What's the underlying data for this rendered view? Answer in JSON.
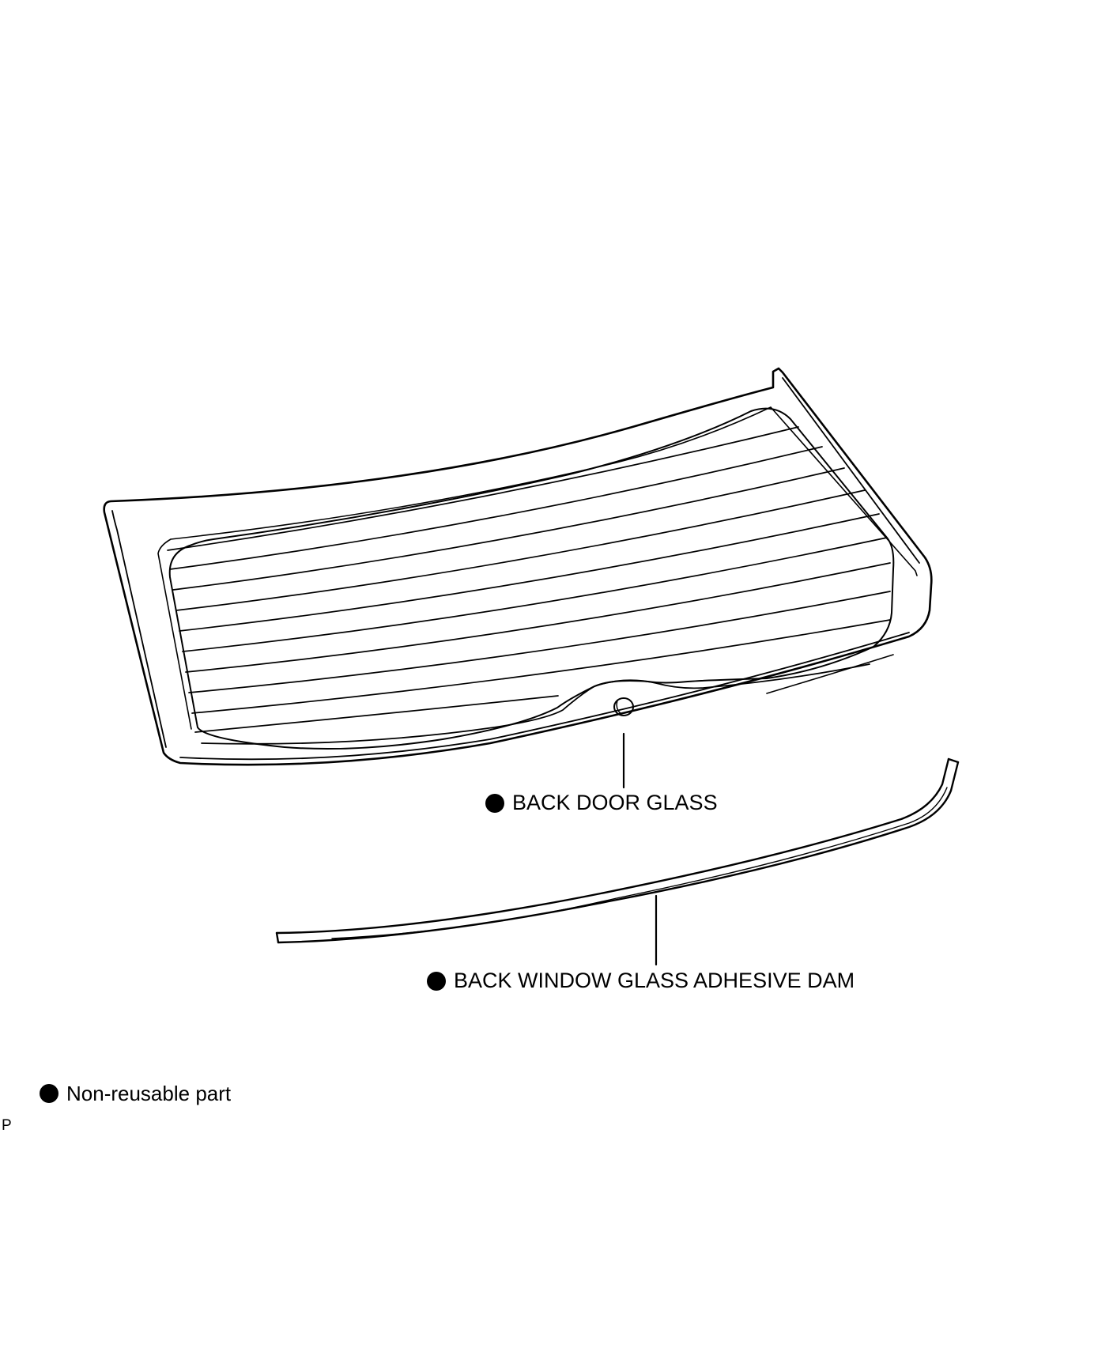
{
  "labels": {
    "back_door_glass": "BACK DOOR GLASS",
    "adhesive_dam": "BACK WINDOW GLASS ADHESIVE DAM"
  },
  "legend": {
    "symbol": "filled-circle",
    "text": "Non-reusable part"
  },
  "figure_code": "P",
  "colors": {
    "line": "#000000",
    "background": "#ffffff"
  }
}
